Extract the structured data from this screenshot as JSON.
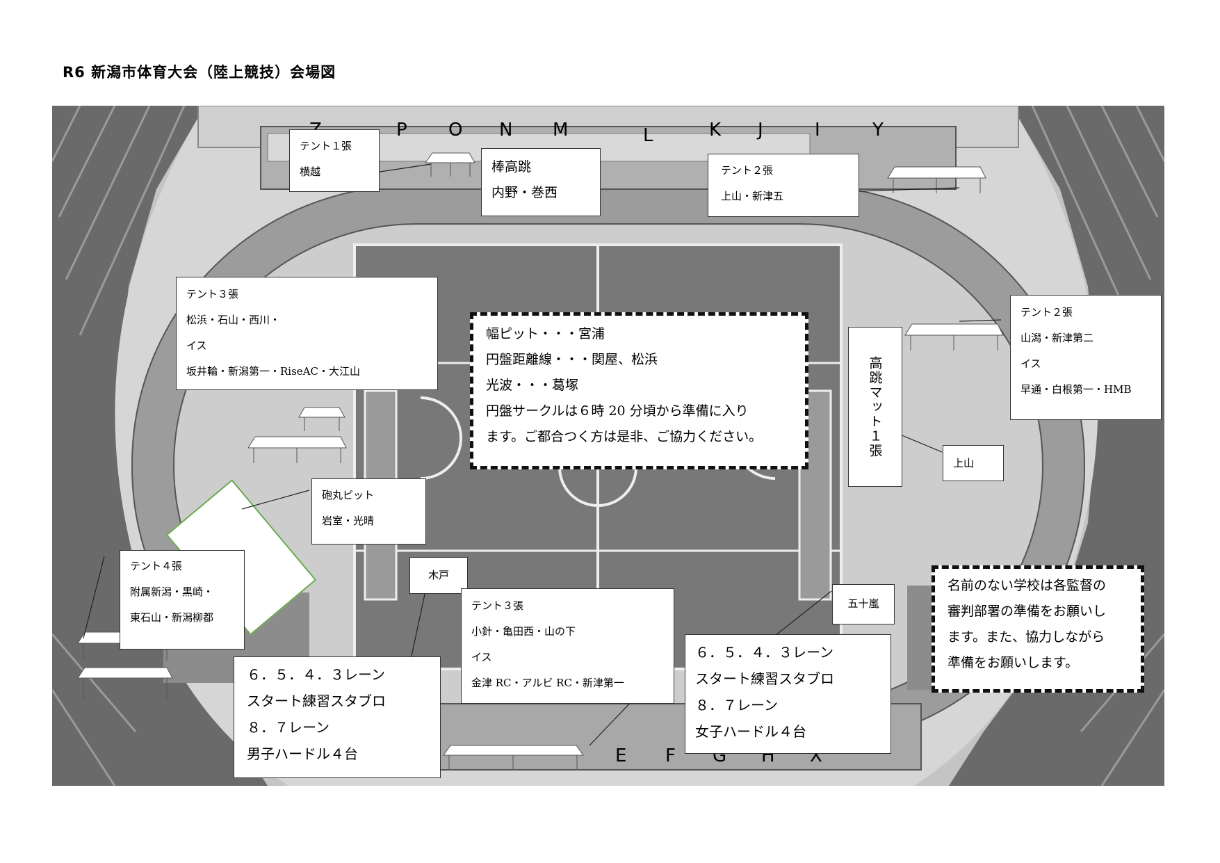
{
  "title": "R6 新潟市体育大会（陸上競技）会場図",
  "gates_top": [
    "Z",
    "P",
    "O",
    "N",
    "M",
    "L",
    "K",
    "J",
    "I",
    "Y"
  ],
  "gates_bottom": [
    "E",
    "F",
    "G",
    "H",
    "X"
  ],
  "annotations": {
    "tent1": {
      "lines": [
        "テント１張",
        "横越"
      ]
    },
    "pole_vault": {
      "lines": [
        "棒高跳",
        "内野・巻西"
      ]
    },
    "tent2_top": {
      "lines": [
        "テント２張",
        "上山・新津五"
      ]
    },
    "tent3_left": {
      "lines": [
        "テント３張",
        "松浜・石山・西川・",
        "イス",
        "坂井輪・新潟第一・RiseAC・大江山"
      ]
    },
    "center_notice": {
      "lines": [
        "幅ピット・・・宮浦",
        "円盤距離線・・・関屋、松浜",
        "光波・・・葛塚",
        "円盤サークルは６時 20 分頃から準備に入り",
        "ます。ご都合つく方は是非、ご協力ください。"
      ]
    },
    "high_jump_mat": {
      "text": "高跳マット１張"
    },
    "tent2_right": {
      "lines": [
        "テント２張",
        "山潟・新津第二",
        "イス",
        "早通・白根第一・HMB"
      ]
    },
    "kamiyama": {
      "text": "上山"
    },
    "shot_put": {
      "lines": [
        "砲丸ピット",
        "岩室・光晴"
      ]
    },
    "kido": {
      "text": "木戸"
    },
    "tent4": {
      "lines": [
        "テント４張",
        "附属新潟・黒崎・",
        "東石山・新潟柳都"
      ]
    },
    "tent3_center": {
      "lines": [
        "テント３張",
        "小針・亀田西・山の下",
        "イス",
        "金津 RC・アルビ RC・新津第一"
      ]
    },
    "igarashi": {
      "text": "五十嵐"
    },
    "men_hurdles": {
      "lines": [
        "６．５．４．３レーン",
        "スタート練習スタブロ",
        "８．７レーン",
        "男子ハードル４台"
      ]
    },
    "women_hurdles": {
      "lines": [
        "６．５．４．３レーン",
        "スタート練習スタブロ",
        "８．７レーン",
        "女子ハードル４台"
      ]
    },
    "unnamed_notice": {
      "lines": [
        "名前のない学校は各監督の",
        "審判部署の準備をお願いし",
        "ます。また、協力しながら",
        "準備をお願いします。"
      ]
    }
  },
  "colors": {
    "track": "#9a9a9a",
    "infield": "#7a7a7a",
    "apron": "#c8c8c8",
    "stands": "#5a5a5a",
    "shot_put_border": "#6aa84f"
  }
}
